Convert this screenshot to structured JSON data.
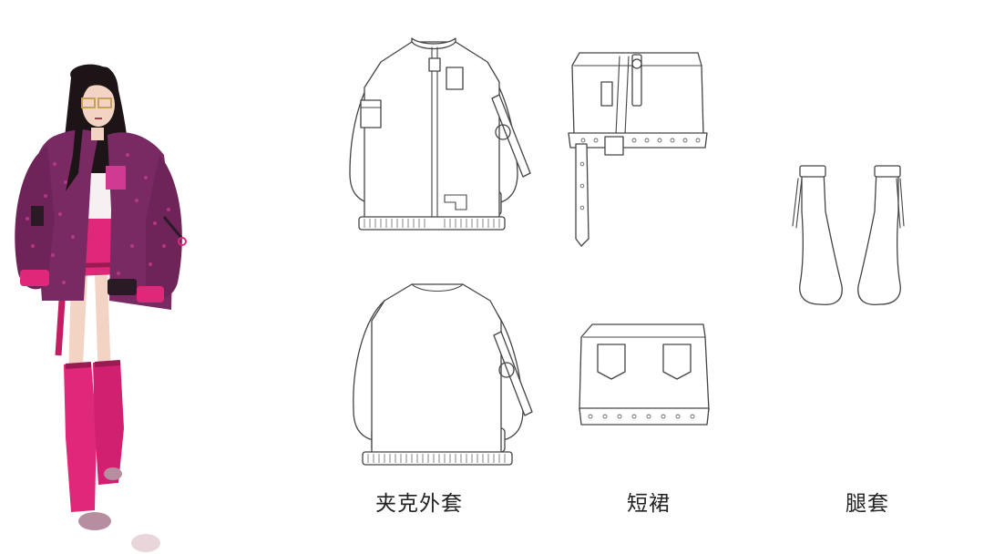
{
  "labels": {
    "jacket": "夹克外套",
    "skirt": "短裙",
    "leg_warmers": "腿套"
  },
  "colors": {
    "jacket_purple": "#7a2a63",
    "jacket_pattern": "#c23a8e",
    "hot_pink": "#e0287a",
    "hair": "#1c1416",
    "skin": "#f2d3c4",
    "line": "#444444"
  }
}
